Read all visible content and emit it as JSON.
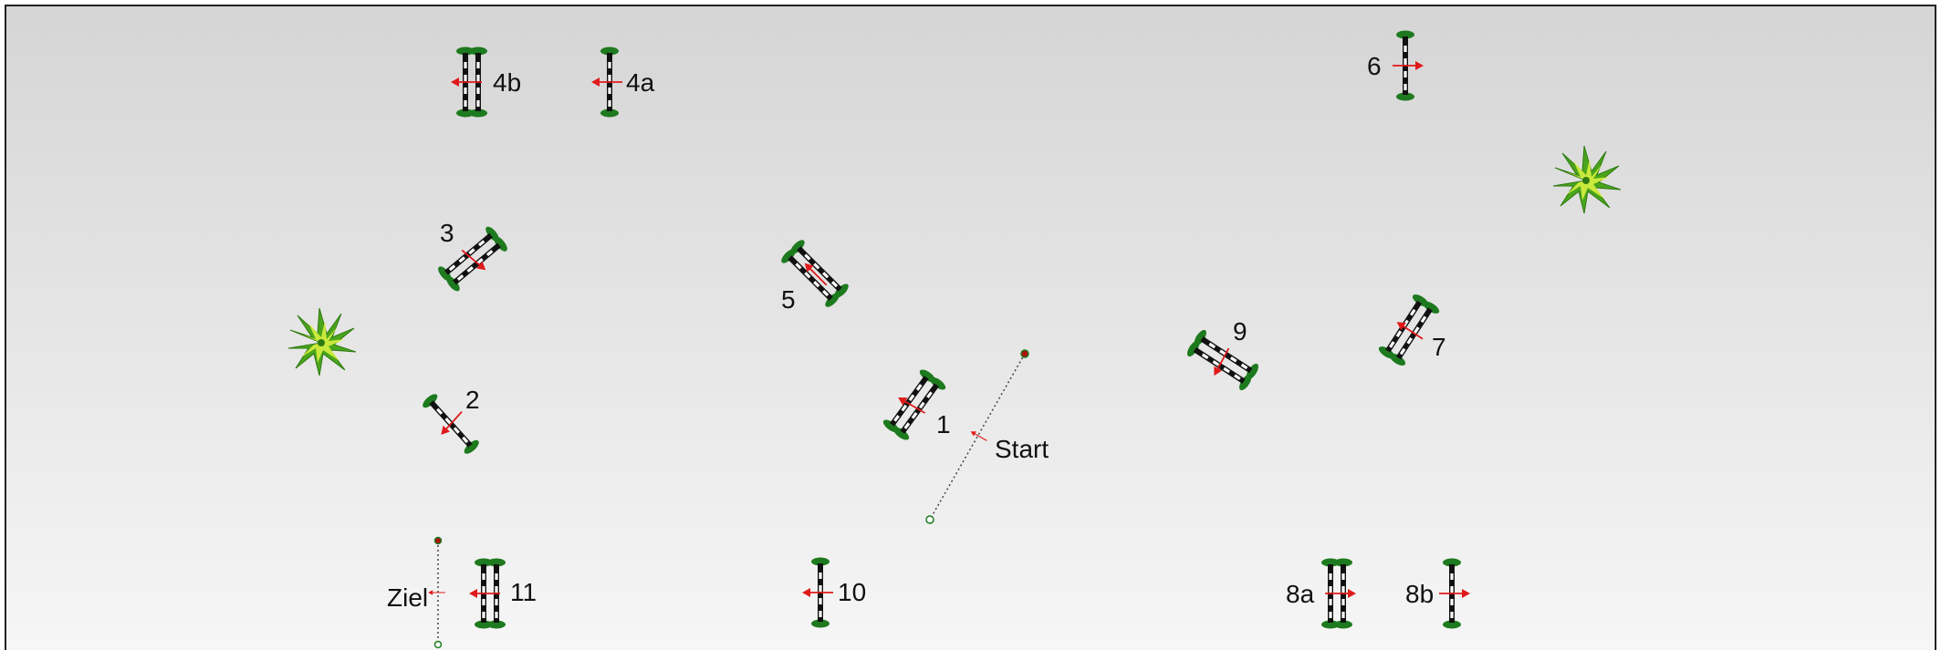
{
  "course": {
    "jumps": [
      {
        "id": "j1",
        "label": "1"
      },
      {
        "id": "j2",
        "label": "2"
      },
      {
        "id": "j3",
        "label": "3"
      },
      {
        "id": "j4a",
        "label": "4a"
      },
      {
        "id": "j4b",
        "label": "4b"
      },
      {
        "id": "j5",
        "label": "5"
      },
      {
        "id": "j6",
        "label": "6"
      },
      {
        "id": "j7",
        "label": "7"
      },
      {
        "id": "j8a",
        "label": "8a"
      },
      {
        "id": "j8b",
        "label": "8b"
      },
      {
        "id": "j9",
        "label": "9"
      },
      {
        "id": "j10",
        "label": "10"
      },
      {
        "id": "j11",
        "label": "11"
      }
    ],
    "start_label": "Start",
    "finish_label": "Ziel"
  },
  "colors": {
    "arena_top": "#d6d6d6",
    "arena_bottom": "#f4f4f4",
    "pole_dark": "#111111",
    "pole_light": "#ffffff",
    "standard_green": "#1e7a1e",
    "direction_red": "#e01a1a",
    "plant_green": "#7ecf1a",
    "plant_highlight": "#e8ff40"
  },
  "icons": [
    "jump-icon",
    "oxer-icon",
    "direction-arrow-icon",
    "plant-decoration-icon",
    "start-line-icon",
    "finish-line-icon"
  ]
}
